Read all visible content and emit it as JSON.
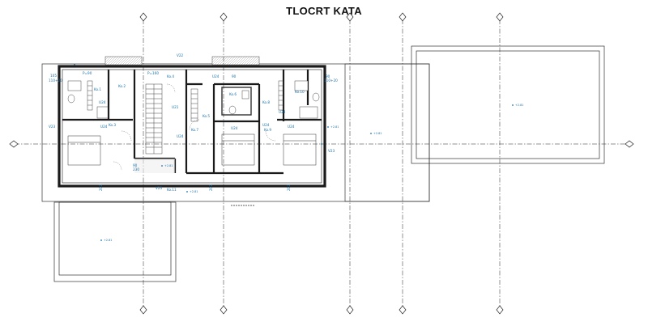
{
  "title": "TLOCRT KATA",
  "colors": {
    "wall": "#1a1a1a",
    "annotation": "#1a6fa8",
    "grid": "#222222",
    "fill": "#e4e4e4"
  },
  "room_tags": [
    {
      "text": "Ko.1"
    },
    {
      "text": "Ko.2"
    },
    {
      "text": "Ko.3"
    },
    {
      "text": "Ko.4"
    },
    {
      "text": "Ko.5"
    },
    {
      "text": "Ko.6"
    },
    {
      "text": "Ko.7"
    },
    {
      "text": "Ko.8"
    },
    {
      "text": "Ko.9"
    },
    {
      "text": "Ko.10"
    },
    {
      "text": "Ko.11"
    }
  ],
  "opening_tags": [
    {
      "text": "V22"
    },
    {
      "text": "V23"
    },
    {
      "text": "V23"
    },
    {
      "text": "V25"
    },
    {
      "text": "U21"
    },
    {
      "text": "U24"
    },
    {
      "text": "U24"
    },
    {
      "text": "U24"
    },
    {
      "text": "U24"
    },
    {
      "text": "U24"
    },
    {
      "text": "U24"
    },
    {
      "text": "U24"
    },
    {
      "text": "U24"
    }
  ],
  "dimension_tags": [
    {
      "text": "P=160"
    },
    {
      "text": "P=90"
    },
    {
      "text": "90"
    },
    {
      "text": "90"
    },
    {
      "text": "90"
    },
    {
      "text": "230"
    },
    {
      "text": "105"
    },
    {
      "text": "110+20"
    },
    {
      "text": "110+20"
    },
    {
      "text": "202"
    },
    {
      "text": "202"
    },
    {
      "text": "202"
    }
  ],
  "level_marks": [
    {
      "text": "+2.81"
    },
    {
      "text": "+2.81"
    },
    {
      "text": "+2.81"
    },
    {
      "text": "+2.81"
    },
    {
      "text": "+2.81"
    },
    {
      "text": "+2.81"
    }
  ]
}
